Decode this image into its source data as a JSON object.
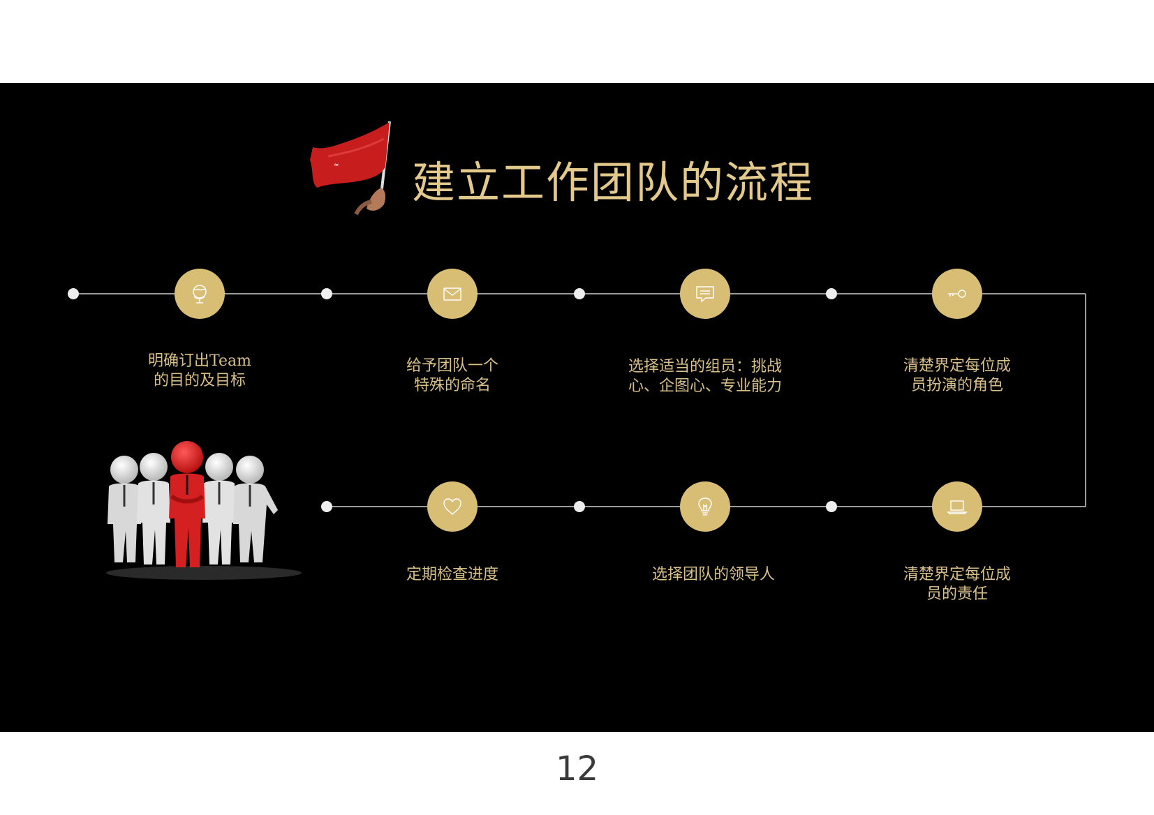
{
  "slide": {
    "title": "建立工作团队的流程",
    "background": "#000000",
    "accent": "#d8bd74",
    "text_color": "#d9c089"
  },
  "steps": [
    {
      "icon": "globe-icon",
      "lines": [
        "明确订出Team",
        "的目的及目标"
      ]
    },
    {
      "icon": "envelope-icon",
      "lines": [
        "给予团队一个",
        "特殊的命名"
      ]
    },
    {
      "icon": "chat-icon",
      "lines": [
        "选择适当的组员：挑战",
        "心、企图心、专业能力"
      ]
    },
    {
      "icon": "key-icon",
      "lines": [
        "清楚界定每位成",
        "员扮演的角色"
      ]
    },
    {
      "icon": "laptop-icon",
      "lines": [
        "清楚界定每位成",
        "员的责任"
      ]
    },
    {
      "icon": "lightbulb-icon",
      "lines": [
        "选择团队的领导人"
      ]
    },
    {
      "icon": "heart-icon",
      "lines": [
        "定期检查进度"
      ]
    }
  ],
  "page_number": "12"
}
